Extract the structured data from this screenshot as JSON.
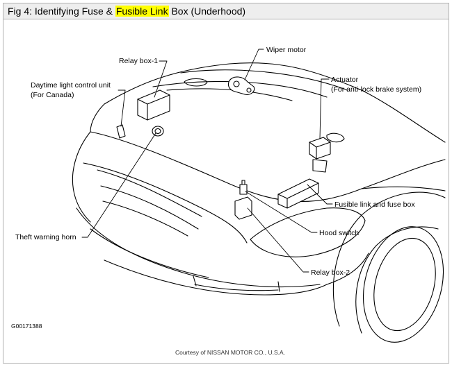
{
  "caption": {
    "prefix": "Fig 4: Identifying Fuse & ",
    "highlight": "Fusible Link",
    "suffix": " Box (Underhood)",
    "highlight_color": "#ffff00"
  },
  "labels": {
    "wiper_motor": "Wiper motor",
    "relay_box_1": "Relay box-1",
    "daytime_light_line1": "Daytime light control unit",
    "daytime_light_line2": "(For Canada)",
    "actuator_line1": "Actuator",
    "actuator_line2": "(For anti-lock brake system)",
    "fusible_link": "Fusible link and fuse box",
    "hood_switch": "Hood switch",
    "theft_horn": "Theft warning horn",
    "relay_box_2": "Relay box-2"
  },
  "figure_code": "G00171388",
  "courtesy": "Courtesy of NISSAN MOTOR CO., U.S.A."
}
